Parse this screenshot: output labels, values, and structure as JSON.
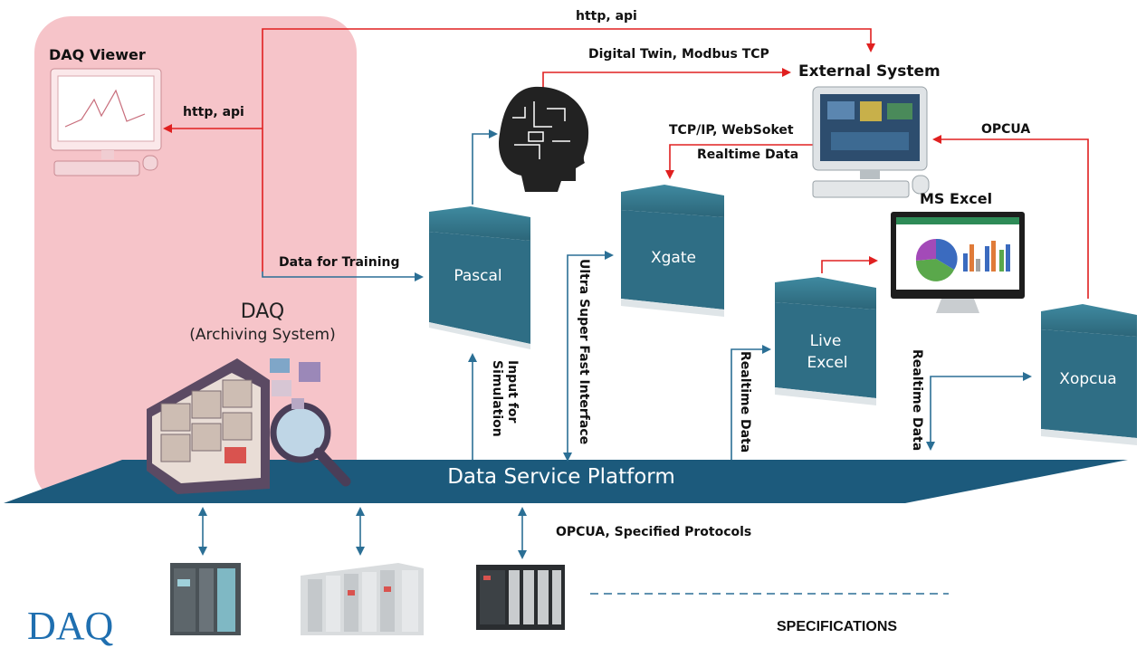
{
  "daq_viewer": {
    "title": "DAQ Viewer"
  },
  "daq": {
    "title": "DAQ",
    "subtitle": "(Archiving System)"
  },
  "external_system": {
    "title": "External System"
  },
  "ms_excel": {
    "title": "MS Excel"
  },
  "platform": {
    "label": "Data Service Platform"
  },
  "products": {
    "pascal": "Pascal",
    "xgate": "Xgate",
    "live_excel_line1": "Live",
    "live_excel_line2": "Excel",
    "xopcua": "Xopcua"
  },
  "links": {
    "http_api_top": "http, api",
    "http_api_viewer": "http, api",
    "digital_twin": "Digital Twin, Modbus TCP",
    "tcpip": "TCP/IP, WebSoket",
    "realtime_data_xgate": "Realtime Data",
    "opcua": "OPCUA",
    "data_for_training": "Data for Training",
    "input_for_simulation": "Input for Simulation",
    "ultra_fast": "Ultra Super Fast Interface",
    "realtime_data_live": "Realtime Data",
    "realtime_data_xopcua": "Realtime Data",
    "field_protocols": "OPCUA, Specified Protocols"
  },
  "footer": {
    "logo": "DAQ",
    "specifications": "SPECIFICATIONS"
  },
  "colors": {
    "red_link": "#e02020",
    "blue_link": "#2b6f95",
    "platform": "#1c5a7c",
    "box_face": "#2f6e85",
    "daq_area": "#f6c4c9"
  }
}
